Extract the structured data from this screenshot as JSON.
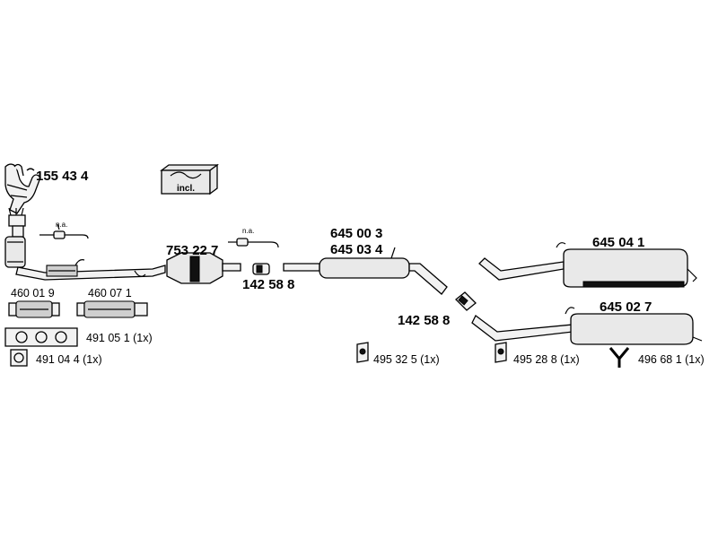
{
  "parts": {
    "manifold": "155 43 4",
    "kit_note": "incl.",
    "sensor_note_front": "n.a.",
    "sensor_note_mid": "n.a.",
    "catalyst": "753 22 7",
    "clamp_front": "142 58 8",
    "middle_muffler_a": "645 00 3",
    "middle_muffler_b": "645 03 4",
    "clamp_rear": "142 58 8",
    "rear_muffler_a": "645 04 1",
    "rear_muffler_b": "645 02 7",
    "flex_pipe_a": "460 01 9",
    "flex_pipe_b": "460 07 1",
    "gasket_manifold": "491 05 1 (1x)",
    "gasket_square": "491 04 4 (1x)",
    "hanger_a": "495 32 5 (1x)",
    "hanger_b": "495 28 8 (1x)",
    "hanger_c": "496 68 1 (1x)"
  }
}
